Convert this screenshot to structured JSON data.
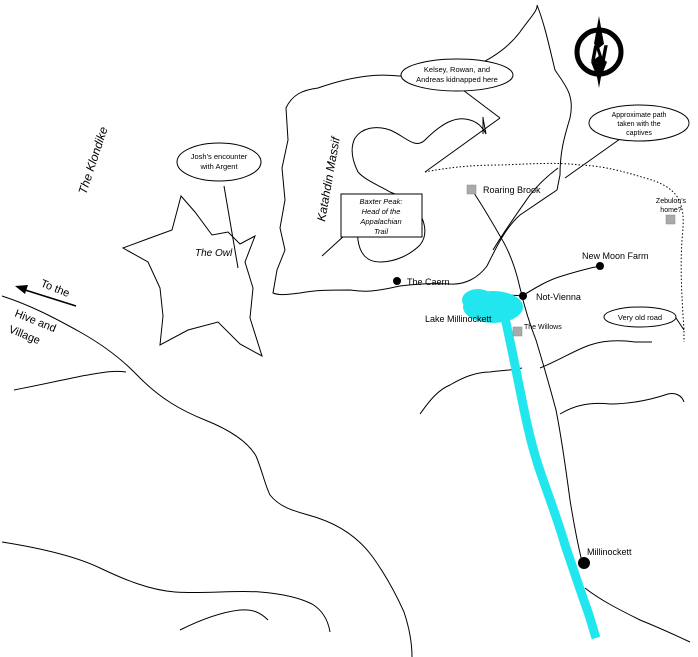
{
  "colors": {
    "river": "#22e6ee",
    "marker_gray": "#aaaaaa",
    "ink": "#000000",
    "background": "#ffffff"
  },
  "compass": {
    "icon": "north-arrow-compass-icon",
    "letter": "N"
  },
  "regions": {
    "klondike": "The Klondike",
    "katahdin_massif": "Katahdin Massif",
    "the_owl": "The Owl"
  },
  "arrow_label": {
    "line1": "To the",
    "line2": "Hive and",
    "line3": "Village"
  },
  "places": {
    "roaring_brook": "Roaring Brook",
    "the_caern": "The Caern",
    "new_moon_farm": "New Moon Farm",
    "not_vienna": "Not-Vienna",
    "lake_millinockett": "Lake Millinockett",
    "the_willows": "The Willows",
    "millinockett": "Millinockett"
  },
  "callouts": {
    "kidnapped": {
      "line1": "Kelsey, Rowan, and",
      "line2": "Andreas kidnapped here"
    },
    "path": {
      "line1": "Approximate path",
      "line2": "taken with the",
      "line3": "captives"
    },
    "zebulon": {
      "line1": "Zebulon's",
      "line2": "home?"
    },
    "josh": {
      "line1": "Josh's encounter",
      "line2": "with Argent"
    },
    "very_old_road": "Very old road"
  },
  "baxter_box": {
    "line1": "Baxter Peak:",
    "line2": "Head of the",
    "line3": "Appalachian",
    "line4": "Trail"
  }
}
